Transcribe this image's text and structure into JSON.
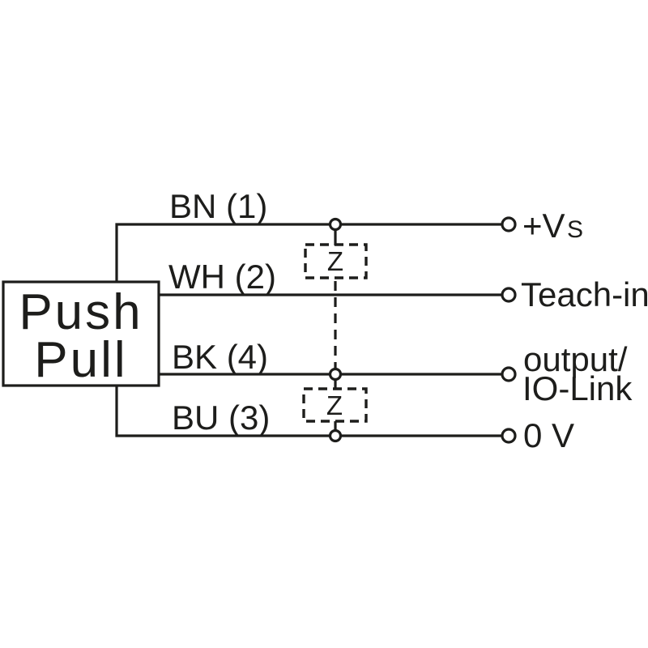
{
  "device": {
    "line1": "Push",
    "line2": "Pull"
  },
  "wires": {
    "bn": {
      "label": "BN (1)"
    },
    "wh": {
      "label": "WH (2)"
    },
    "bk": {
      "label": "BK (4)"
    },
    "bu": {
      "label": "BU (3)"
    }
  },
  "terminals": {
    "vs_main": "+V",
    "vs_sub": "S",
    "teach_in": "Teach-in",
    "output_line1": "output/",
    "output_line2": "IO-Link",
    "zero_v": "0 V"
  },
  "impedance": {
    "top": "Z",
    "bottom": "Z"
  },
  "colors": {
    "ink": "#1d1d1b",
    "background": "#ffffff"
  }
}
